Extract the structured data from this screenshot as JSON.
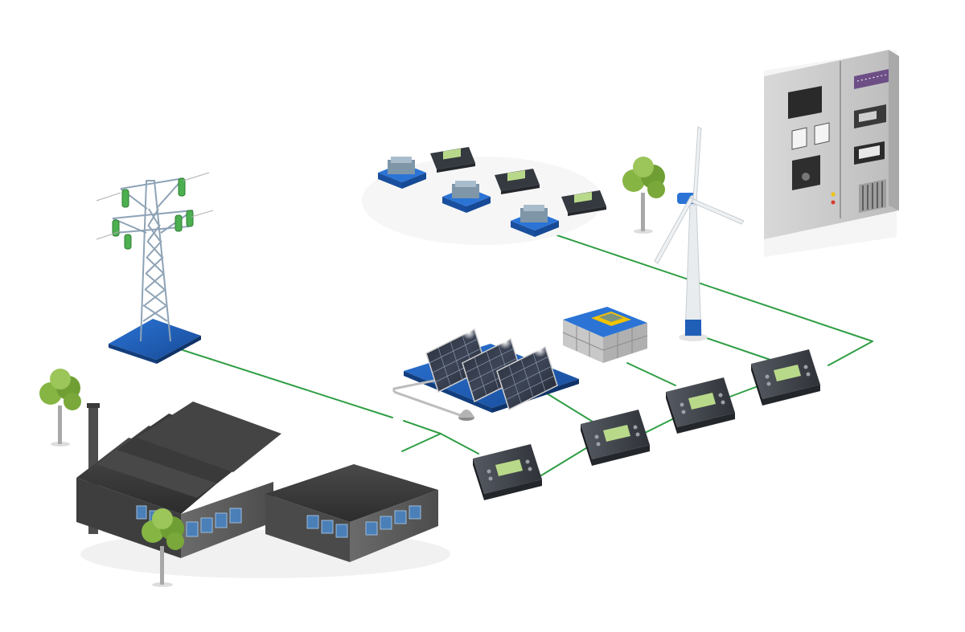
{
  "diagram": {
    "connection_color": "#2f9e44",
    "nodes": [
      {
        "id": "transmission-tower",
        "icon": "transmission-tower-icon"
      },
      {
        "id": "factory",
        "icon": "factory-icon"
      },
      {
        "id": "genset-group",
        "icon": "generator-icon",
        "count": 3
      },
      {
        "id": "solar-array",
        "icon": "solar-panel-icon",
        "count": 3
      },
      {
        "id": "battery-storage",
        "icon": "battery-icon"
      },
      {
        "id": "wind-turbine",
        "icon": "wind-turbine-icon"
      },
      {
        "id": "switchboard-cabinet",
        "icon": "control-cabinet-icon"
      },
      {
        "id": "controller-modules",
        "icon": "controller-icon",
        "count": 4
      },
      {
        "id": "trees",
        "icon": "tree-icon",
        "count": 3
      }
    ],
    "colors": {
      "platform_blue": "#1f5fb8",
      "roof_dark": "#3a3a3a",
      "wall_gray": "#555555",
      "controller_body": "#3d4147",
      "lcd_green": "#b9d98a",
      "tree_green": "#7aa83a",
      "cabinet_gray": "#c9c9c9"
    }
  }
}
